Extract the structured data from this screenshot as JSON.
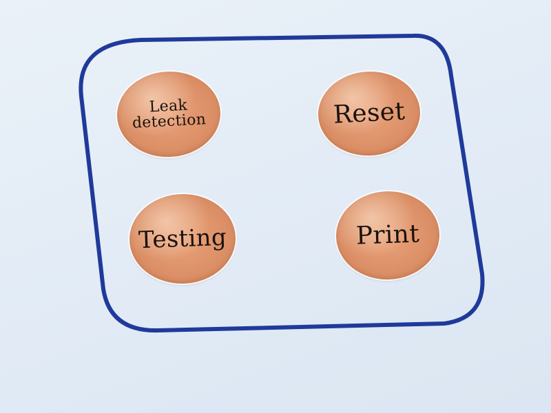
{
  "panel": {
    "frame_color": "#1f3a9a",
    "button_color": "#dc9068",
    "buttons": [
      {
        "id": "leak_detection",
        "label": "Leak detection"
      },
      {
        "id": "reset",
        "label": "Reset"
      },
      {
        "id": "testing",
        "label": "Testing"
      },
      {
        "id": "print",
        "label": "Print"
      }
    ]
  }
}
